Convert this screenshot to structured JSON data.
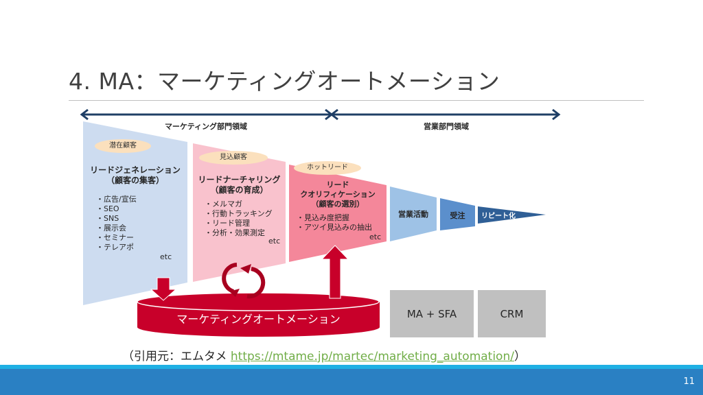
{
  "slide": {
    "title": "4.  MA：マーケティングオートメーション",
    "page_number": "11"
  },
  "diagram": {
    "marketing_area": "マーケティング部門領域",
    "sales_area": "営業部門領域",
    "stages": [
      {
        "badge": "潜在顧客",
        "title": "リードジェネレーション",
        "subtitle": "（顧客の集客）",
        "items": [
          "・広告/宣伝",
          "・SEO",
          "・SNS",
          "・展示会",
          "・セミナー",
          "・テレアポ"
        ],
        "etc": "etc"
      },
      {
        "badge": "見込顧客",
        "title": "リードナーチャリング",
        "subtitle": "（顧客の育成）",
        "items": [
          "・メルマガ",
          "・行動トラッキング",
          "・リード管理",
          "・分析・効果測定"
        ],
        "etc": "etc"
      },
      {
        "badge": "ホットリード",
        "title": "リード",
        "title2": "クオリフィケーション",
        "subtitle": "（顧客の選別）",
        "items": [
          "・見込み度把握",
          "・アツイ見込みの抽出"
        ],
        "etc": "etc"
      }
    ],
    "sales_stages": [
      "営業活動",
      "受注",
      "リピート化"
    ],
    "platform": "マーケティングオートメーション",
    "tools": [
      "MA + SFA",
      "CRM"
    ],
    "colors": {
      "stage1": "#cddcf0",
      "stage2": "#f9c2cd",
      "stage3": "#f4879a",
      "sales1": "#9ec2e6",
      "sales2": "#5b8fcc",
      "sales3": "#2f5f96",
      "red": "#c8002a",
      "arrow": "#1f3f66"
    }
  },
  "citation": {
    "prefix": "（引用元：エムタメ  ",
    "link": "https://mtame.jp/martec/marketing_automation/",
    "suffix": "）"
  }
}
